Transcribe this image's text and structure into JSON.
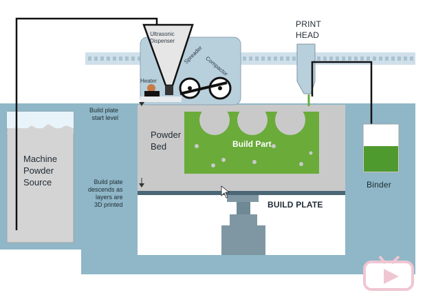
{
  "diagram": {
    "labels": {
      "print_head": "PRINT\nHEAD",
      "ultrasonic_dispenser": "Ultrasonic\nDispenser",
      "heater": "Heater",
      "spreader": "Spreader",
      "compactor": "Compactor",
      "build_plate_start": "Build plate\nstart level",
      "powder_bed": "Powder\nBed",
      "build_part": "Build Part",
      "machine_powder_source": "Machine\nPowder\nSource",
      "binder": "Binder",
      "build_plate_descends": "Build plate\ndescends as\nlayers are\n3D printed",
      "build_plate": "BUILD PLATE"
    },
    "colors": {
      "chamber": "#8fb7c7",
      "rail": "#cfe0ea",
      "powder": "#c8c8c8",
      "part_green": "#6aab3a",
      "binder_green": "#4f9a2f",
      "head_body": "#b8cfdc",
      "outline": "#111111"
    }
  }
}
